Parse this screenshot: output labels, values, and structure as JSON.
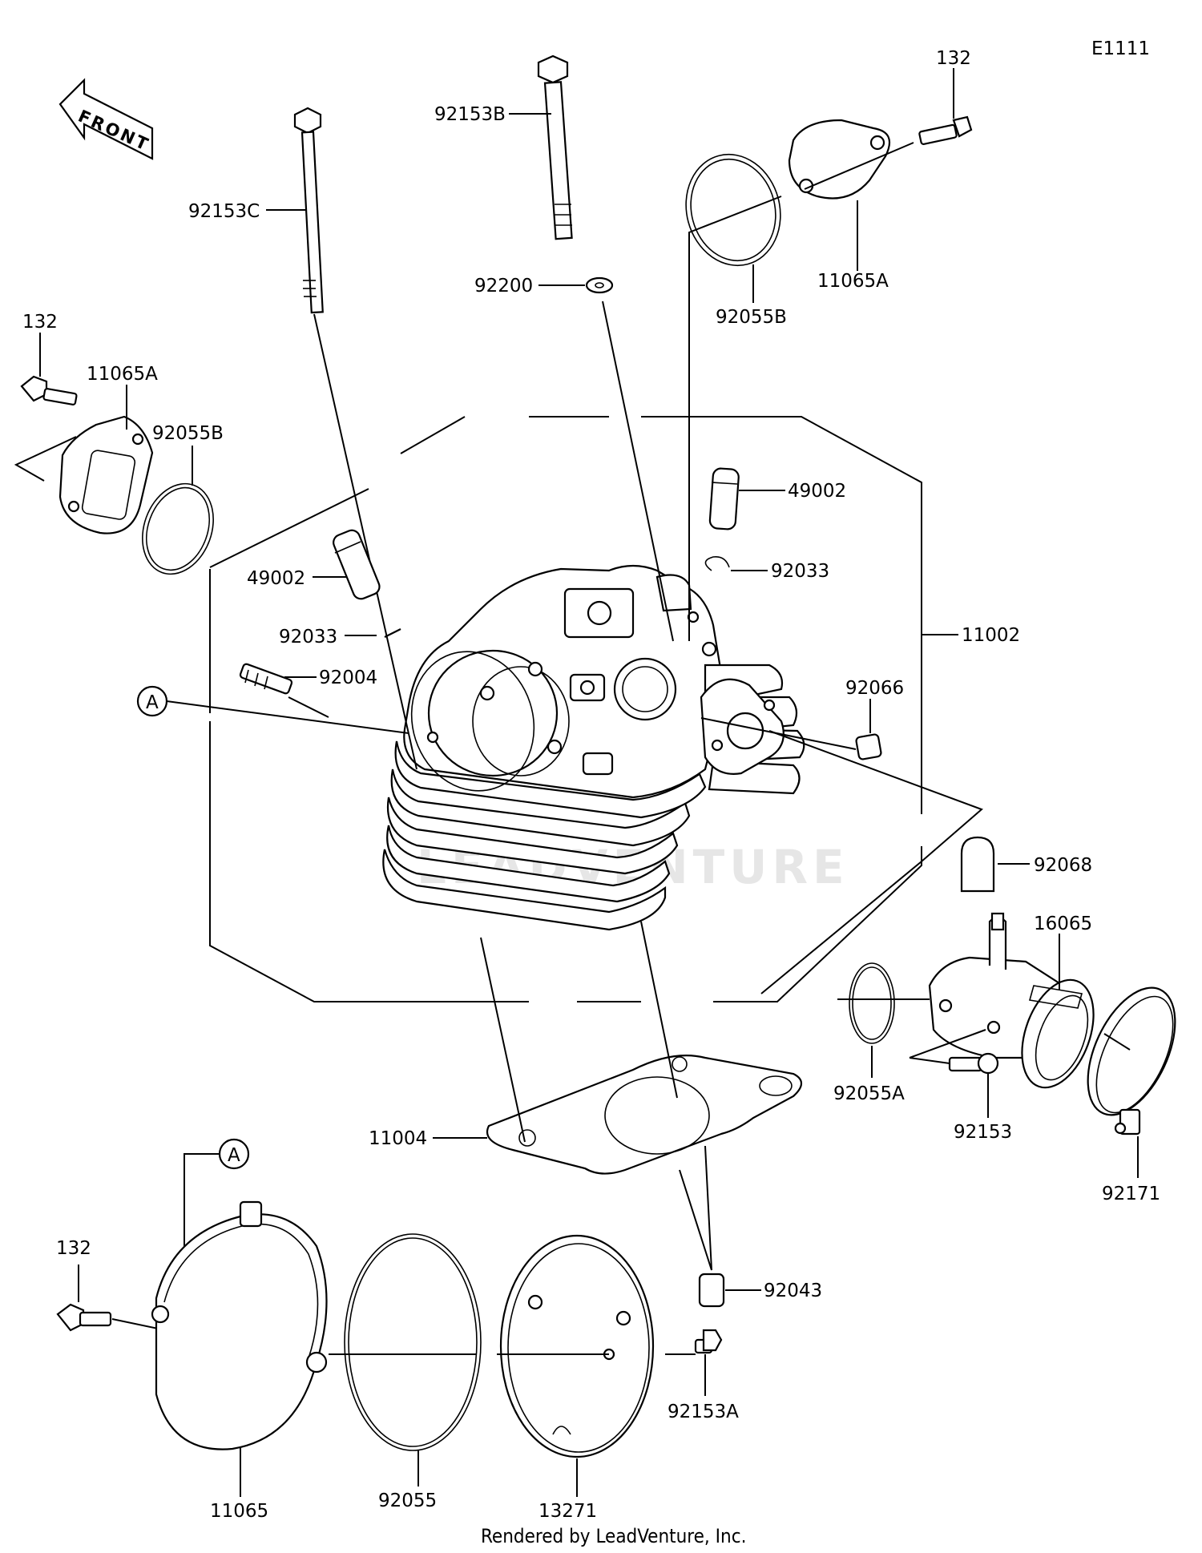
{
  "diagram_code": "E1111",
  "front_arrow_text": "FRONT",
  "watermark": "LEADVENTURE",
  "footer": "Rendered by LeadVenture, Inc.",
  "callout_ref": "A",
  "labels": {
    "p132_top": "132",
    "p11065A_top": "11065A",
    "p92055B_top": "92055B",
    "p92153B": "92153B",
    "p92153C": "92153C",
    "p92200": "92200",
    "p132_left": "132",
    "p11065A_left": "11065A",
    "p92055B_left": "92055B",
    "p49002_right": "49002",
    "p92033_right": "92033",
    "p49002_left": "49002",
    "p92033_left": "92033",
    "p92004": "92004",
    "p11002": "11002",
    "p92066": "92066",
    "p92068": "92068",
    "p16065": "16065",
    "p92055A": "92055A",
    "p92153": "92153",
    "p92171": "92171",
    "p11004": "11004",
    "p132_bottom": "132",
    "p92043": "92043",
    "p92153A": "92153A",
    "p11065": "11065",
    "p92055": "92055",
    "p13271": "13271"
  }
}
